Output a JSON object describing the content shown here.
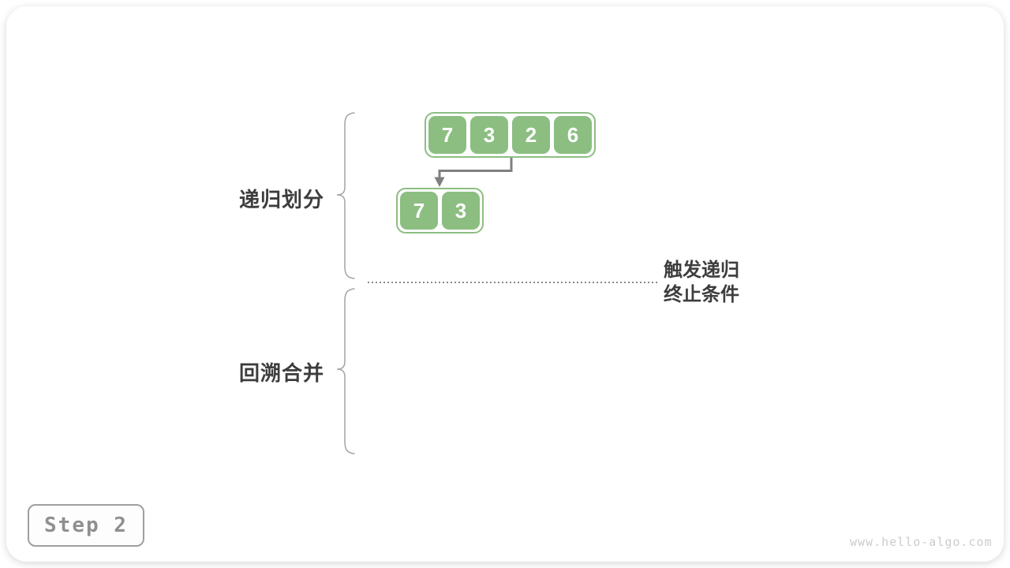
{
  "figure": {
    "section_labels": {
      "divide": "递归划分",
      "merge": "回溯合并"
    },
    "annotation": {
      "line1": "触发递归",
      "line2": "终止条件"
    },
    "arrays": {
      "full": {
        "cells": [
          "7",
          "3",
          "2",
          "6"
        ]
      },
      "left_half": {
        "cells": [
          "7",
          "3"
        ]
      }
    },
    "colors": {
      "node_green": "#8cbe82",
      "arrow_gray": "#7f7f7f",
      "brace_gray": "#a3a3a3",
      "dotted_line_gray": "#8a8a8a",
      "label_dark": "#3d3d3d"
    }
  },
  "step_badge": {
    "label": "Step 2"
  },
  "watermark": {
    "text": "www.hello-algo.com"
  }
}
